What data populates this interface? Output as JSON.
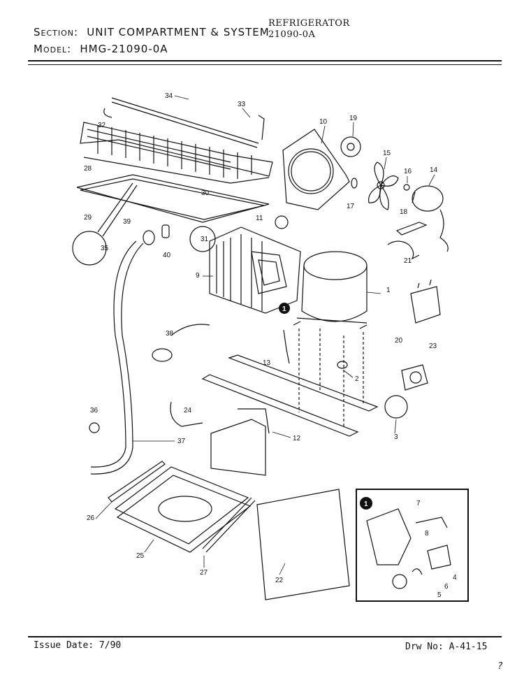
{
  "header": {
    "section_label": "Section:",
    "section_value": "UNIT COMPARTMENT & SYSTEM",
    "model_label": "Model:",
    "model_value": "HMG-21090-0A",
    "product": "REFRIGERATOR",
    "product_code": "21090-0A"
  },
  "footer": {
    "issue_date": "Issue Date: 7/90",
    "drawing_no": "Drw No: A-41-15",
    "mark": "?"
  },
  "callouts": {
    "c1": "1",
    "c2": "2",
    "c3": "3",
    "c4": "4",
    "c5": "5",
    "c6": "6",
    "c7": "7",
    "c8": "8",
    "c9": "9",
    "c10": "10",
    "c11": "11",
    "c12": "12",
    "c13": "13",
    "c14": "14",
    "c15": "15",
    "c16": "16",
    "c17": "17",
    "c18": "18",
    "c19": "19",
    "c20": "20",
    "c21": "21",
    "c22": "22",
    "c23": "23",
    "c24": "24",
    "c25": "25",
    "c26": "26",
    "c27": "27",
    "c28": "28",
    "c29": "29",
    "c30": "30",
    "c31": "31",
    "c32": "32",
    "c33": "33",
    "c34": "34",
    "c35": "35",
    "c36": "36",
    "c37": "37",
    "c38": "38",
    "c39": "39",
    "c40": "40",
    "inset_marker_main": "1",
    "inset_marker_box": "1"
  }
}
